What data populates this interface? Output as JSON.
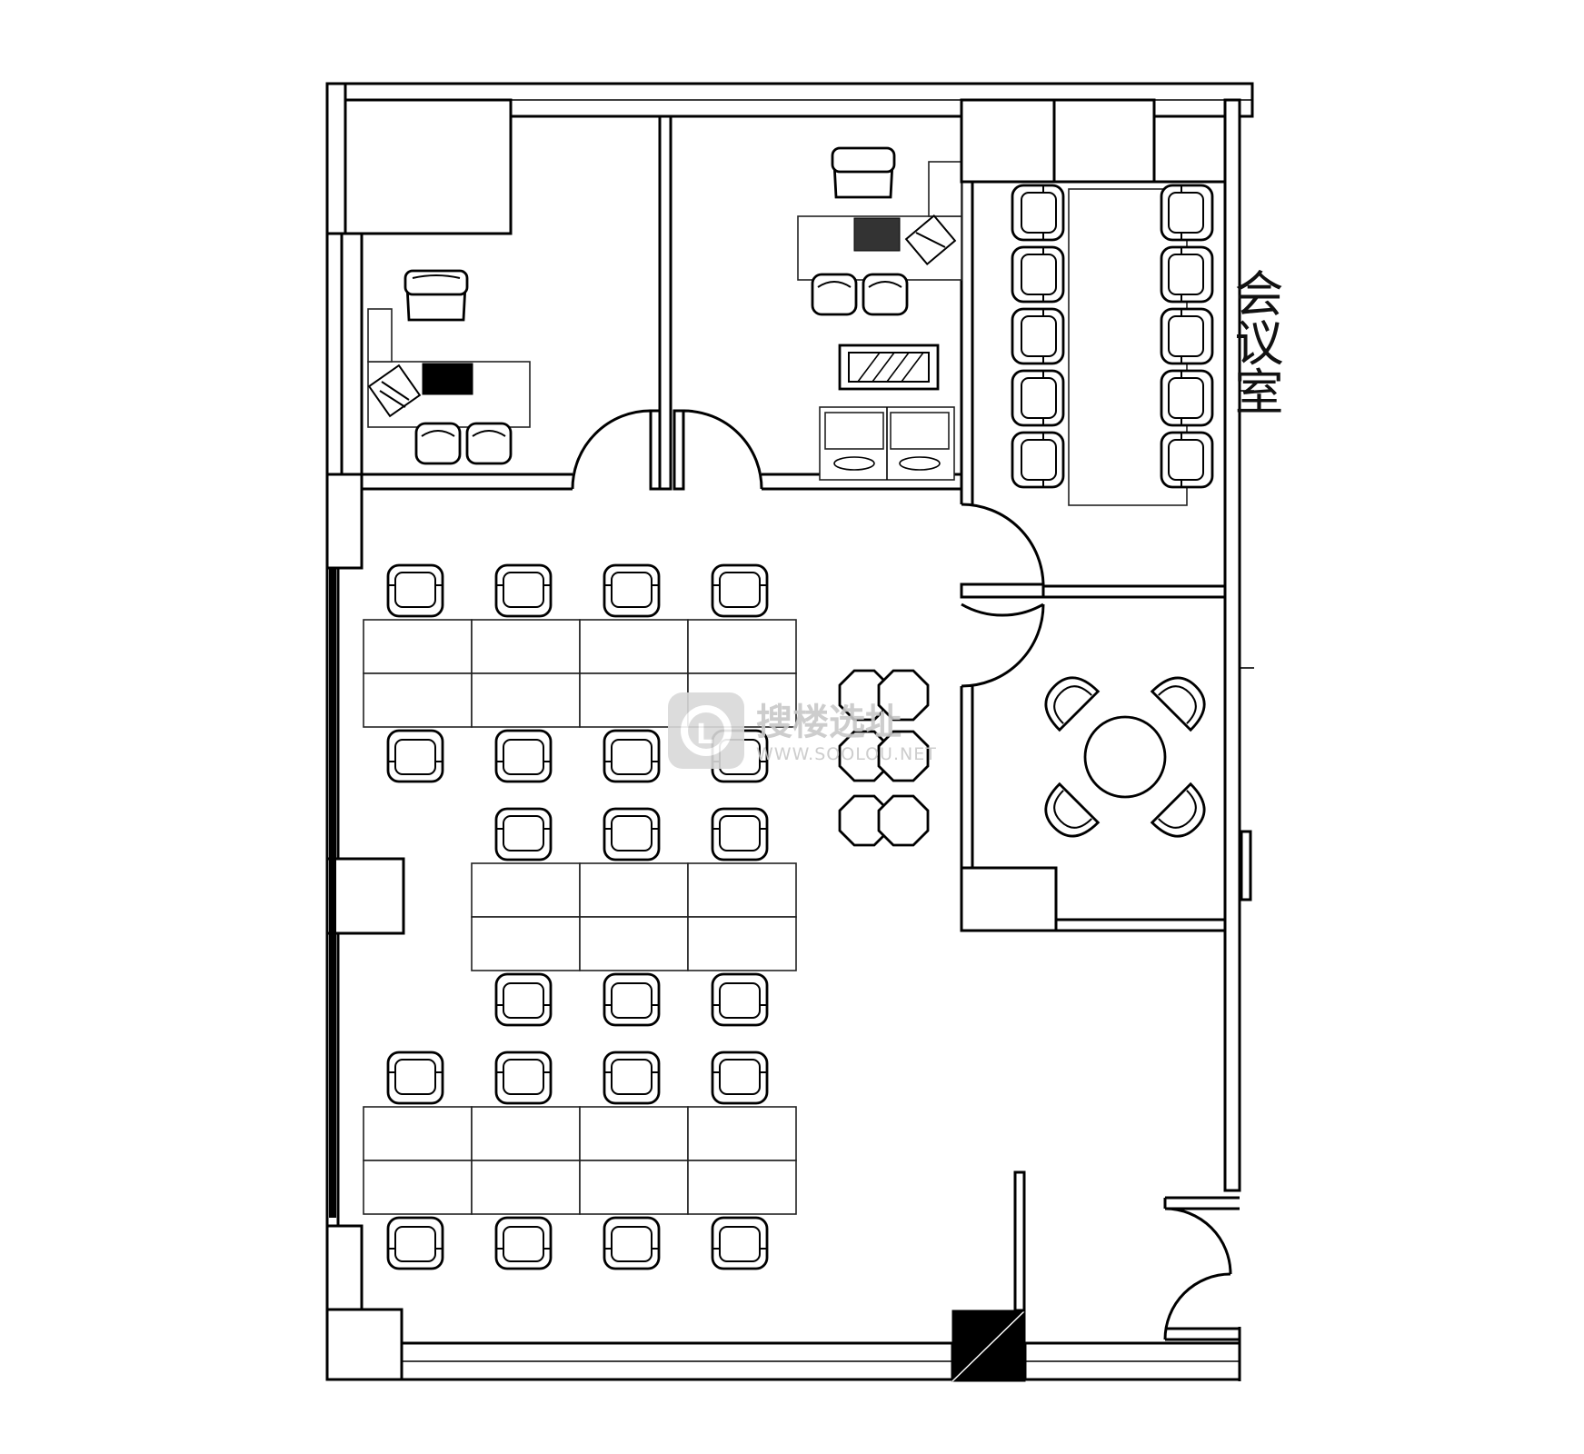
{
  "plan": {
    "meeting_room_label": "会议室"
  },
  "watermark": {
    "brand_text": "搜楼选址",
    "url_text": "WWW.SOOLOU.NET",
    "logo_letter": "L"
  },
  "colors": {
    "background": "#ffffff",
    "line": "#000000",
    "watermark": "#c8c8c8"
  }
}
